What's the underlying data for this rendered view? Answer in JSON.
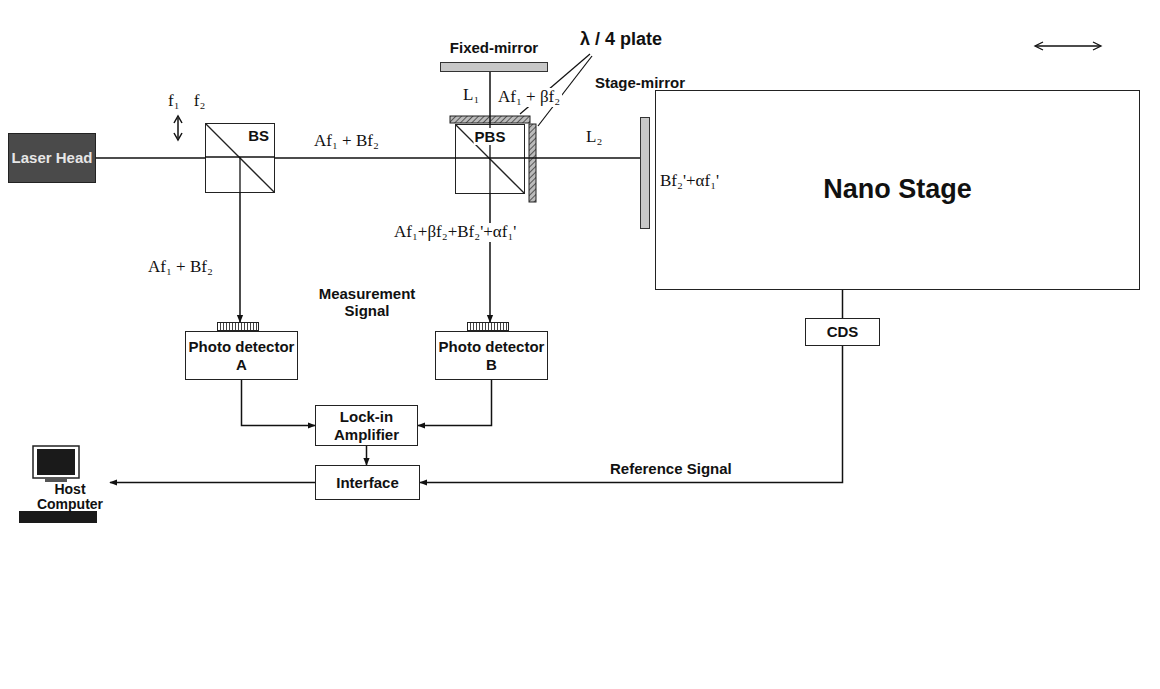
{
  "diagram": {
    "nodes": [
      {
        "text": [
          "Laser Head"
        ]
      },
      {
        "text": [
          "BS"
        ]
      },
      {
        "text": [
          "Fixed-mirror"
        ]
      },
      {
        "text": [
          "PBS"
        ]
      },
      {
        "text": [
          "Stage-mirror"
        ]
      },
      {
        "text": [
          "Nano Stage"
        ]
      },
      {
        "text": [
          "Photo detector A"
        ]
      },
      {
        "text": [
          "Photo detector B"
        ]
      },
      {
        "text": [
          "CDS"
        ]
      },
      {
        "text": [
          "Lock-in Amplifier"
        ]
      },
      {
        "text": [
          "Host Computer"
        ]
      },
      {
        "text": [
          "Interface"
        ]
      }
    ],
    "edges": [
      {
        "from": 0,
        "to": 1,
        "arrow": "none"
      },
      {
        "from": 1,
        "to": 3,
        "arrow": "none"
      },
      {
        "from": 3,
        "to": 2,
        "arrow": "none"
      },
      {
        "from": 3,
        "to": 4,
        "arrow": "none"
      },
      {
        "from": 1,
        "to": 6,
        "arrow": "to"
      },
      {
        "from": 3,
        "to": 7,
        "arrow": "to"
      },
      {
        "from": 5,
        "to": 8,
        "arrow": "none"
      },
      {
        "from": 6,
        "to": 9,
        "arrow": "to"
      },
      {
        "from": 7,
        "to": 9,
        "arrow": "to"
      },
      {
        "from": 9,
        "to": 11,
        "arrow": "to"
      },
      {
        "from": 8,
        "to": 11,
        "label": "Reference Signal",
        "arrow": "to"
      },
      {
        "from": 11,
        "to": 10,
        "arrow": "to"
      }
    ],
    "labels": [
      "f₁ f₂",
      "Af₁ + Bf₂",
      "L₁",
      "Af₁ + βf₂",
      "λ / 4 plate",
      "L₂",
      "Bf₂'+αf₁'",
      "Af₁ + Bf₂",
      "Af₁+βf₂+Bf₂'+αf₁'",
      "Measurement Signal"
    ]
  }
}
